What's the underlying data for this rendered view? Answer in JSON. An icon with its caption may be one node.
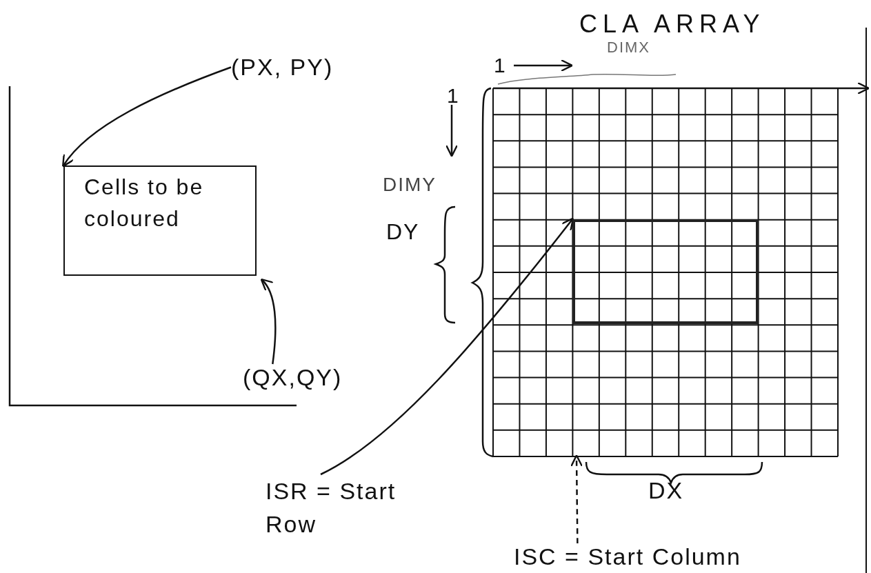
{
  "diagram": {
    "title": "CLA ARRAY",
    "nodes": [
      {
        "text": [
          "Cells to be coloured"
        ]
      },
      {
        "text": [
          "(PX, PY)"
        ]
      },
      {
        "text": [
          "(QX,QY)"
        ]
      },
      {
        "text": [],
        "shape": "grid"
      },
      {
        "text": [],
        "shape": "box",
        "in": 3
      },
      {
        "text": [
          "ISR = Start Row"
        ]
      },
      {
        "text": [
          "ISC = Start Column"
        ]
      }
    ],
    "edges": [
      {
        "from": 1,
        "to": 0,
        "arrow": "to"
      },
      {
        "from": 2,
        "to": 0,
        "arrow": "to"
      },
      {
        "from": 5,
        "to": 4,
        "arrow": "to"
      },
      {
        "from": 6,
        "to": 3,
        "arrow": "to",
        "style": "dashed"
      }
    ],
    "labels": [
      "1",
      "DIMX",
      "1",
      "DIMY",
      "DY",
      "DX"
    ]
  }
}
